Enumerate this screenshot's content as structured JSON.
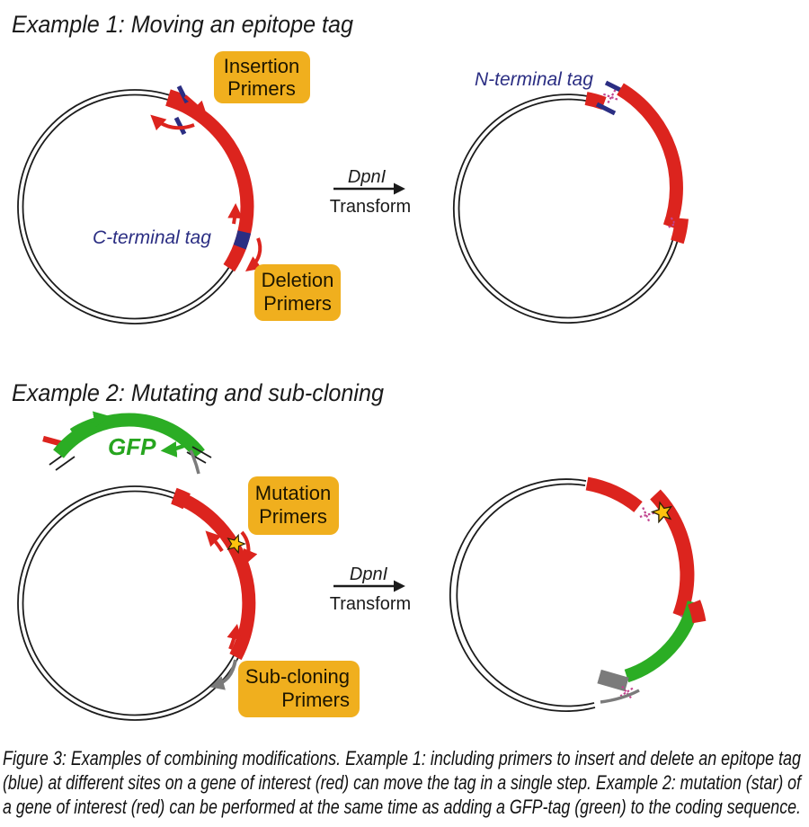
{
  "example1": {
    "title": "Example 1: Moving an epitope tag",
    "insertion_label_line1": "Insertion",
    "insertion_label_line2": "Primers",
    "deletion_label_line1": "Deletion",
    "deletion_label_line2": "Primers",
    "c_terminal_tag_label": "C-terminal tag",
    "n_terminal_tag_label": "N-terminal tag",
    "enzyme": "DpnI",
    "action": "Transform"
  },
  "example2": {
    "title": "Example 2: Mutating and sub-cloning",
    "gfp_label": "GFP",
    "mutation_label_line1": "Mutation",
    "mutation_label_line2": "Primers",
    "subcloning_label_line1": "Sub-cloning",
    "subcloning_label_line2": "Primers",
    "enzyme": "DpnI",
    "action": "Transform"
  },
  "caption": {
    "line1": "Figure 3: Examples of combining modifications. Example 1: including primers to insert and delete an epitope tag",
    "line2": "(blue) at different sites on a gene of interest (red) can move the tag in a single step. Example 2: mutation (star) of",
    "line3": "a gene of interest (red) can be performed at the same time as adding a GFP-tag (green) to the coding sequence."
  },
  "colors": {
    "gene_red": "#DC241E",
    "tag_navy": "#2B2E83",
    "label_orange": "#F0AF1E",
    "gfp_green": "#2BAD24",
    "vector_gray": "#7B7B7B",
    "annealing_pink": "#C2458F",
    "star_gold": "#FFC20E"
  }
}
